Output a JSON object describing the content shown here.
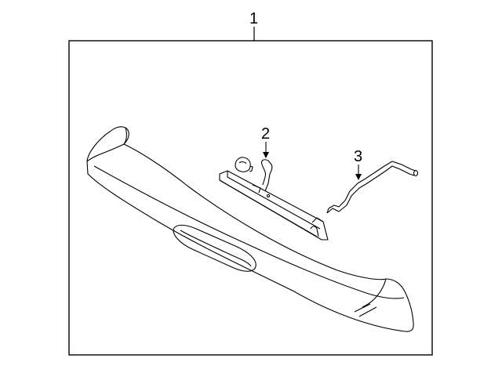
{
  "diagram": {
    "callouts": {
      "c1": "1",
      "c2": "2",
      "c3": "3"
    }
  }
}
